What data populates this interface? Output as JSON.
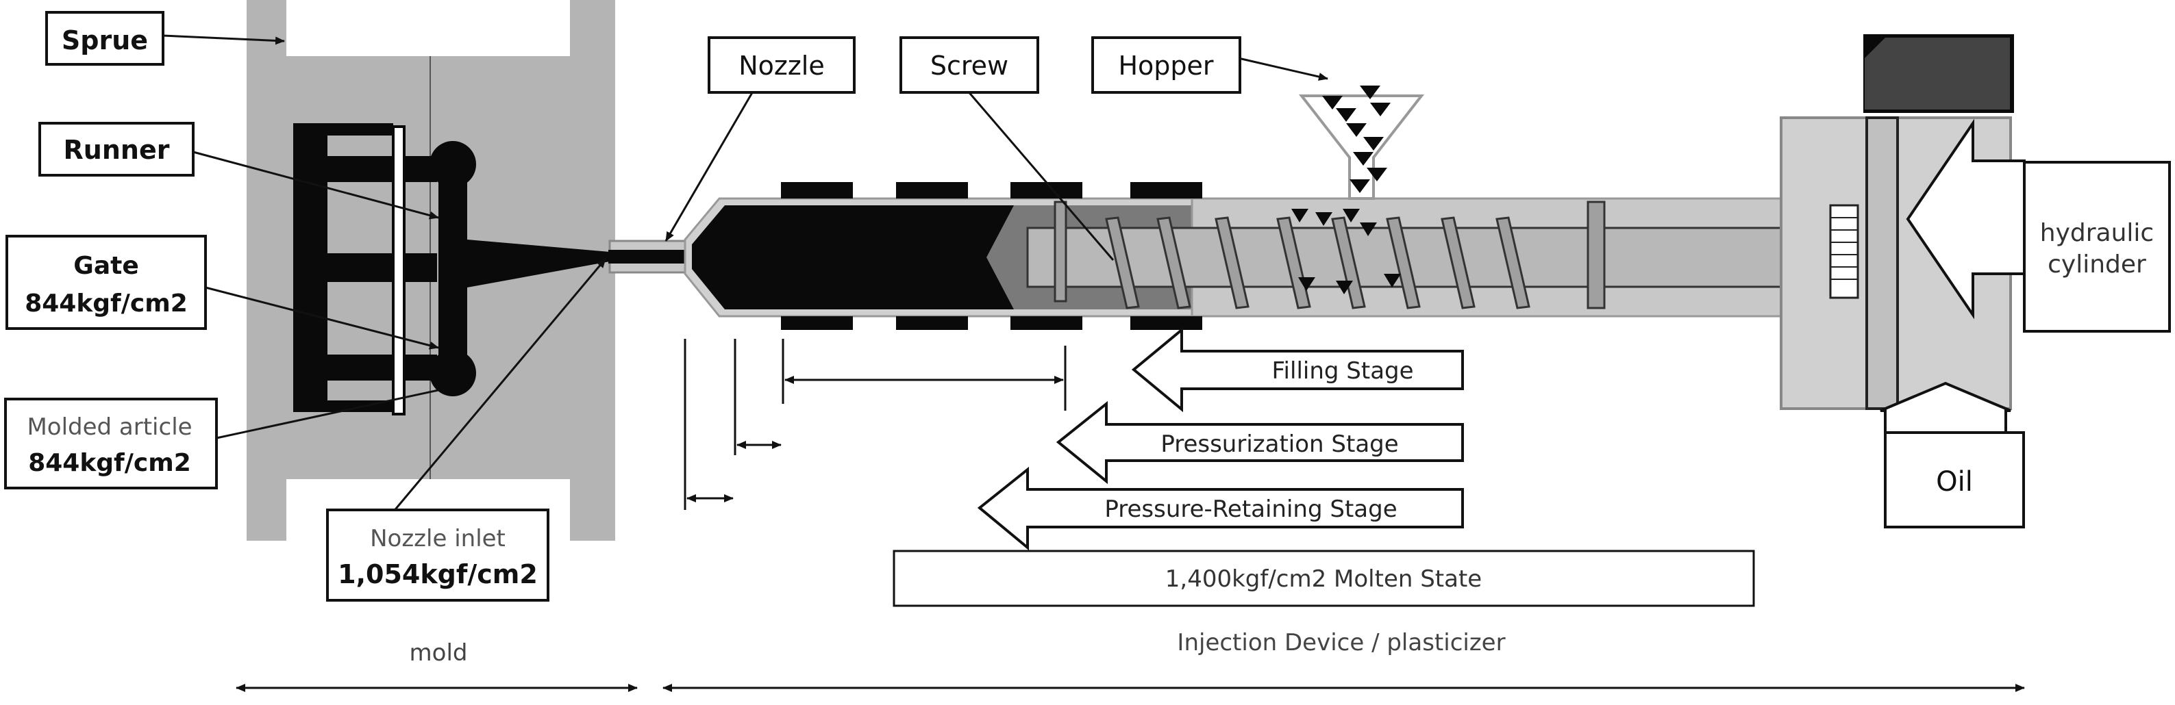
{
  "labels": {
    "sprue": "Sprue",
    "runner": "Runner",
    "gate_title": "Gate",
    "gate_value": "844kgf/cm2",
    "molded_title": "Molded article",
    "molded_value": "844kgf/cm2",
    "nozzle_inlet_title": "Nozzle inlet",
    "nozzle_inlet_value": "1,054kgf/cm2",
    "nozzle": "Nozzle",
    "screw": "Screw",
    "hopper": "Hopper",
    "hydraulic_line1": "hydraulic",
    "hydraulic_line2": "cylinder",
    "oil": "Oil",
    "filling_stage": "Filling Stage",
    "pressurization_stage": "Pressurization Stage",
    "pressure_retaining_stage": "Pressure-Retaining Stage",
    "molten_state": "1,400kgf/cm2 Molten State",
    "mold": "mold",
    "injection_device": "Injection Device / plasticizer"
  },
  "colors": {
    "mold_gray": "#b4b4b4",
    "barrel_gray": "#c8c8c8",
    "screw_gray": "#b0b0b0",
    "melt_black": "#0a0a0a",
    "tip_gray": "#7a7a7a",
    "outline": "#222222"
  }
}
